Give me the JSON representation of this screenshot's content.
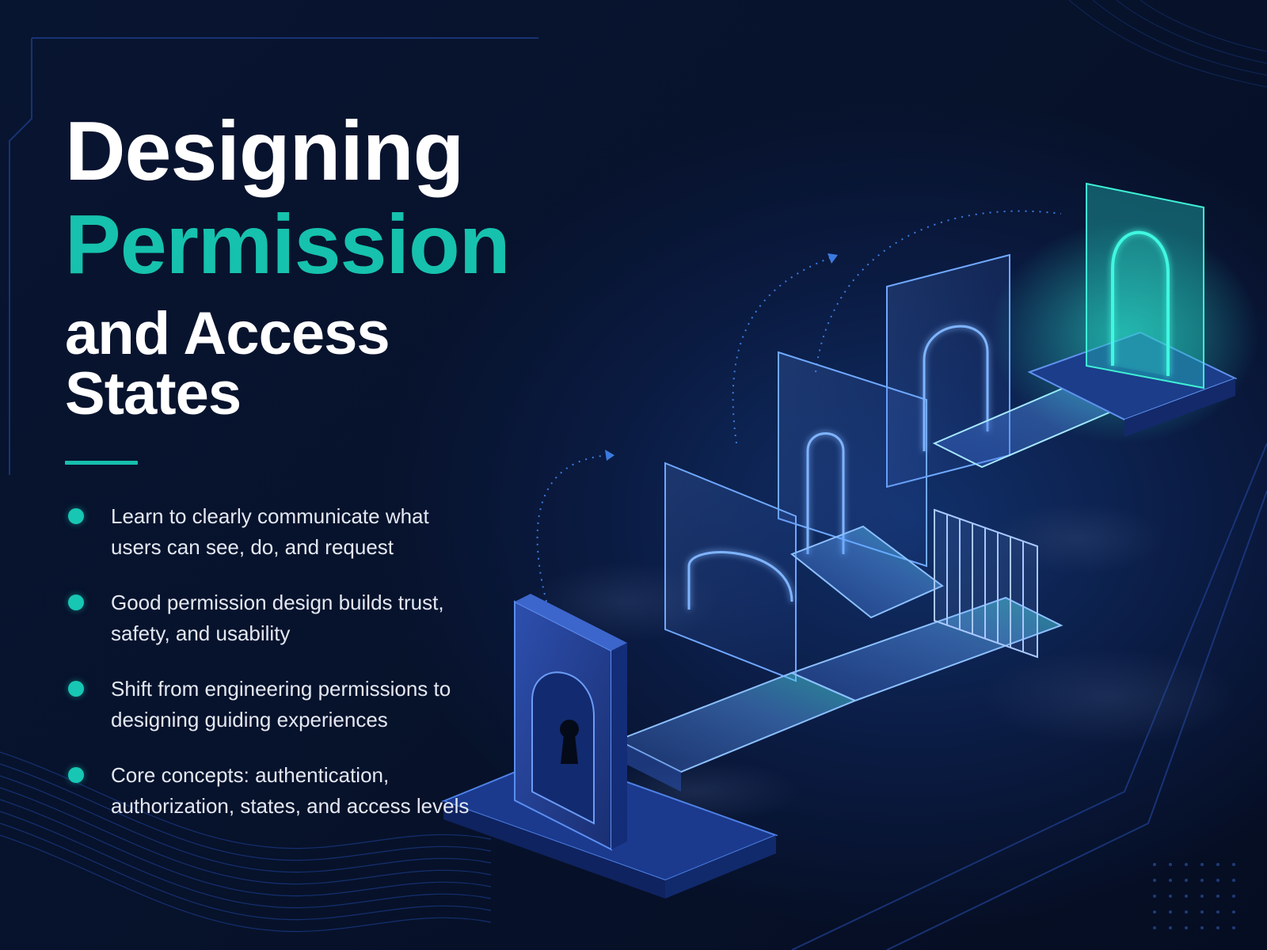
{
  "hero": {
    "title_line1": "Designing",
    "title_line2": "Permission",
    "title_line3": "and Access States"
  },
  "bullets": [
    {
      "text": "Learn to clearly communicate what users can see, do, and request"
    },
    {
      "text": "Good permission design builds trust, safety, and usability"
    },
    {
      "text": "Shift from engineering permissions to designing guiding experiences"
    },
    {
      "text": "Core concepts: authentication, authorization, states, and access levels"
    }
  ],
  "colors": {
    "background": "#07122b",
    "accent_teal": "#16c2ad",
    "title_white": "#ffffff",
    "body_text": "#e3e8f2",
    "glass_blue": "#4a7fe0"
  },
  "illustration": {
    "icons": [
      "locked-door-icon",
      "arch-gate-icon",
      "barred-gate-icon",
      "open-glowing-door-icon",
      "keyhole-icon"
    ]
  }
}
